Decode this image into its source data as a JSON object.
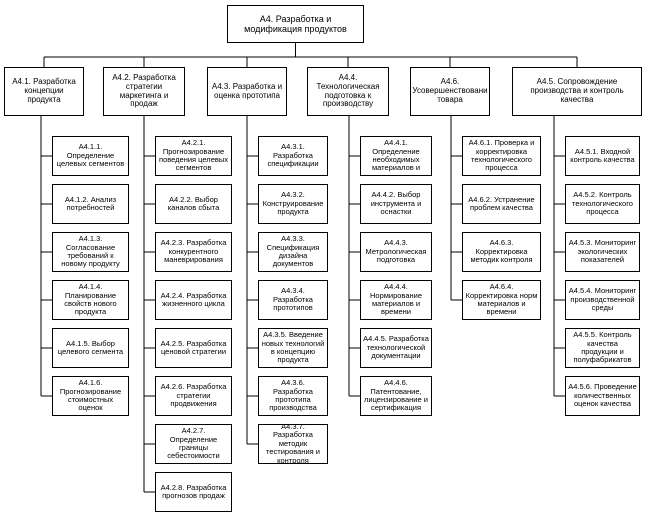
{
  "root": {
    "label": "А4. Разработка и модификация продуктов"
  },
  "categories": [
    {
      "label": "А4.1. Разработка концепции продукта",
      "children": [
        "А4.1.1. Определение целевых сегментов",
        "А4.1.2. Анализ потребностей",
        "А4.1.3. Согласование требований к новому продукту",
        "А4.1.4. Планирование свойств нового продукта",
        "А4.1.5. Выбор целевого сегмента",
        "А4.1.6. Прогнозирование стоимостных оценок"
      ]
    },
    {
      "label": "А4.2. Разработка стратегии маркетинга и продаж",
      "children": [
        "А4.2.1. Прогнозирование поведения целевых сегментов",
        "А4.2.2. Выбор каналов сбыта",
        "А4.2.3. Разработка конкурентного маневрирования",
        "А4.2.4. Разработка жизненного цикла",
        "А4.2.5. Разработка ценовой стратегии",
        "А4.2.6. Разработка стратегии продвижения",
        "А4.2.7. Определение границы себестоимости",
        "А4.2.8. Разработка прогнозов продаж"
      ]
    },
    {
      "label": "А4.3. Разработка и оценка прототипа",
      "children": [
        "А4.3.1. Разработка спецификации",
        "А4.3.2. Конструирование продукта",
        "А4.3.3. Спецификация дизайна документов",
        "А4.3.4. Разработка прототипов",
        "А4.3.5. Введение новых технологий в концепцию продукта",
        "А4.3.6. Разработка прототипа производства",
        "А4.3.7. Разработка методик тестирования и контроля"
      ]
    },
    {
      "label": "А4.4. Технологическая подготовка к производству",
      "children": [
        "А4.4.1. Определение необходимых материалов и",
        "А4.4.2. Выбор инструмента и оснастки",
        "А4.4.3. Метрологическая подготовка",
        "А4.4.4. Нормирование материалов и времени",
        "А4.4.5. Разработка технологической документации",
        "А4.4.6. Патентование, лицензирование и сертификация"
      ]
    },
    {
      "label": "А4.6. Усовершенствовани товара",
      "children": [
        "А4.6.1. Проверка и корректировка технологического процесса",
        "А4.6.2. Устранение проблем качества",
        "А4.6.3. Корректировка методик контроля",
        "А4.6.4. Корректировка норм материалов и времени"
      ]
    },
    {
      "label": "А4.5. Сопровождение производства и контроль качества",
      "children": [
        "А4.5.1. Входной контроль качества",
        "А4.5.2. Контроль технологического процесса",
        "А4.5.3. Мониторинг экологических показателей",
        "А4.5.4. Мониторинг производственной среды",
        "А4.5.5. Контроль качества продукции и полуфабрикатов",
        "А4.5.6. Проведение количественных оценок качества"
      ]
    }
  ]
}
